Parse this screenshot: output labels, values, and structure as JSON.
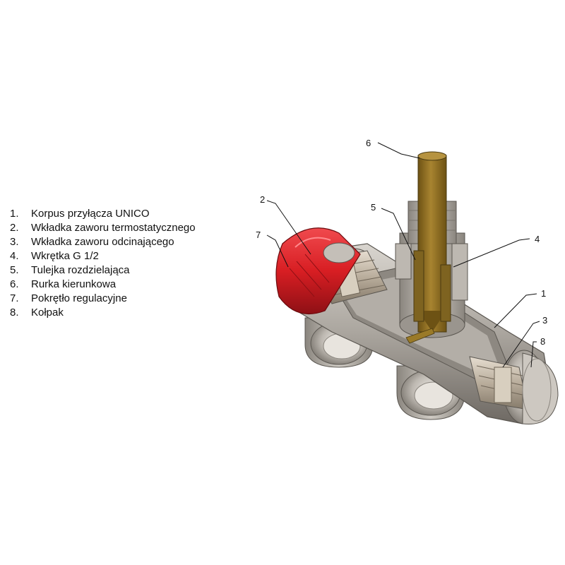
{
  "legend": {
    "items": [
      {
        "number": "1.",
        "label": "Korpus przyłącza UNICO"
      },
      {
        "number": "2.",
        "label": "Wkładka zaworu termostatycznego"
      },
      {
        "number": "3.",
        "label": "Wkładka zaworu odcinającego"
      },
      {
        "number": "4.",
        "label": "Wkrętka G 1/2"
      },
      {
        "number": "5.",
        "label": "Tulejka rozdzielająca"
      },
      {
        "number": "6.",
        "label": "Rurka kierunkowa"
      },
      {
        "number": "7.",
        "label": "Pokrętło regulacyjne"
      },
      {
        "number": "8.",
        "label": "Kołpak"
      }
    ]
  },
  "callouts": {
    "c1": "1",
    "c2": "2",
    "c3": "3",
    "c4": "4",
    "c5": "5",
    "c6": "6",
    "c7": "7",
    "c8": "8"
  },
  "colors": {
    "body": "#a8a39c",
    "body_dark": "#6f6a64",
    "body_light": "#d8d4ce",
    "knob": "#d81e23",
    "knob_dark": "#8e1015",
    "brass": "#8a6a1e",
    "brass_light": "#b08d3a",
    "insert": "#c2b7a8"
  }
}
